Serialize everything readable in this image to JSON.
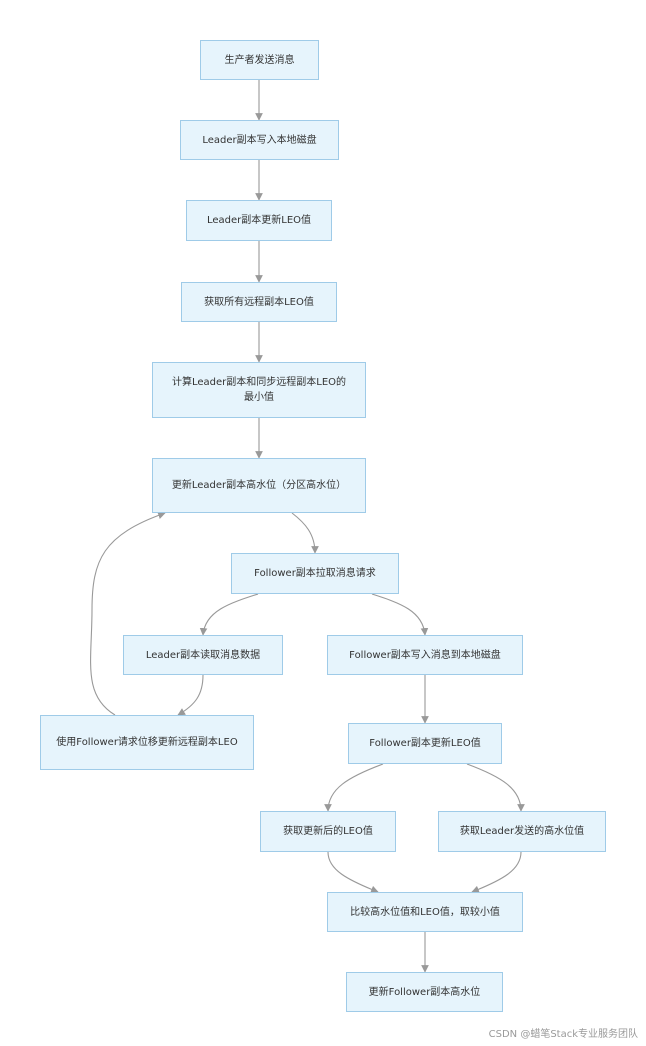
{
  "nodes": {
    "producer_send": "生产者发送消息",
    "leader_write_disk": "Leader副本写入本地磁盘",
    "leader_update_leo": "Leader副本更新LEO值",
    "fetch_remote_leo": "获取所有远程副本LEO值",
    "compute_min_leo": "计算Leader副本和同步远程副本LEO的最小值",
    "update_leader_hw": "更新Leader副本高水位（分区高水位）",
    "follower_fetch": "Follower副本拉取消息请求",
    "leader_read_data": "Leader副本读取消息数据",
    "follower_write_disk": "Follower副本写入消息到本地磁盘",
    "update_remote_leo": "使用Follower请求位移更新远程副本LEO",
    "follower_update_leo": "Follower副本更新LEO值",
    "get_updated_leo": "获取更新后的LEO值",
    "get_leader_hw": "获取Leader发送的高水位值",
    "compare_min": "比较高水位值和LEO值，取较小值",
    "update_follower_hw": "更新Follower副本高水位"
  },
  "edges": [
    [
      "producer_send",
      "leader_write_disk"
    ],
    [
      "leader_write_disk",
      "leader_update_leo"
    ],
    [
      "leader_update_leo",
      "fetch_remote_leo"
    ],
    [
      "fetch_remote_leo",
      "compute_min_leo"
    ],
    [
      "compute_min_leo",
      "update_leader_hw"
    ],
    [
      "update_leader_hw",
      "follower_fetch"
    ],
    [
      "follower_fetch",
      "leader_read_data"
    ],
    [
      "follower_fetch",
      "follower_write_disk"
    ],
    [
      "leader_read_data",
      "update_remote_leo"
    ],
    [
      "update_remote_leo",
      "update_leader_hw"
    ],
    [
      "follower_write_disk",
      "follower_update_leo"
    ],
    [
      "follower_update_leo",
      "get_updated_leo"
    ],
    [
      "follower_update_leo",
      "get_leader_hw"
    ],
    [
      "get_updated_leo",
      "compare_min"
    ],
    [
      "get_leader_hw",
      "compare_min"
    ],
    [
      "compare_min",
      "update_follower_hw"
    ]
  ],
  "watermark": "CSDN @蜡笔Stack专业服务团队"
}
